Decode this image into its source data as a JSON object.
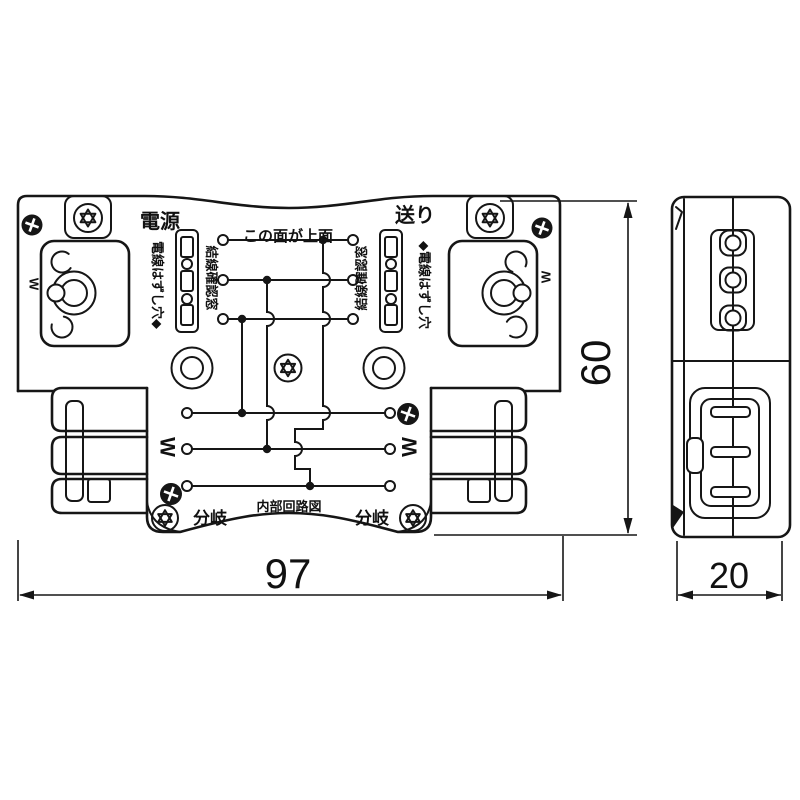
{
  "labels": {
    "power": "電源",
    "feed": "送り",
    "top_face_note": "この面が上面",
    "connection_window": "結線確認窓",
    "wire_release_left": "電線はずし穴◆",
    "wire_release_right": "◆電線はずし穴",
    "branch": "分岐",
    "internal_circuit": "内部回路図",
    "terminal_w": "W"
  },
  "dimensions": {
    "front_width_mm": "97",
    "front_height_mm": "60",
    "side_depth_mm": "20"
  }
}
